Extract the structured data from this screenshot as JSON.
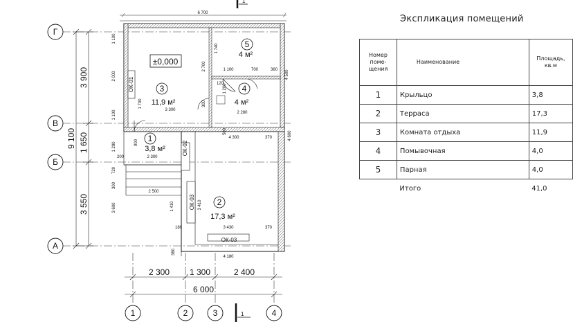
{
  "axes": {
    "rows": [
      "Г",
      "В",
      "Б",
      "А"
    ],
    "cols": [
      "1",
      "2",
      "3",
      "4"
    ]
  },
  "dims": {
    "top_total": "6 700",
    "bottom_segments": [
      "2 300",
      "1 300",
      "2 400"
    ],
    "bottom_total": "6 000",
    "left_segments": [
      "3 900",
      "1 650",
      "3 550"
    ],
    "left_total": "9 100",
    "small": {
      "d1100a": "1 100",
      "d2000": "2 000",
      "d1100b": "1 100",
      "d1280": "1 280",
      "d720": "720",
      "d300": "300",
      "d3600": "3 600",
      "d3300": "3 300",
      "d1100c": "1 100",
      "d700a": "700",
      "d2280": "2 280",
      "d1740": "1 740",
      "d2700": "2 700",
      "d4500": "4 500",
      "d4600": "4 600",
      "d500": "500",
      "d360": "360",
      "d1200": "1 200",
      "d120": "120",
      "d300b": "300",
      "d4300": "4 300",
      "d370a": "370",
      "d2300b": "2 300",
      "d2500": "2 500",
      "d1410": "1 410",
      "d3410": "3 410",
      "d3430": "3 430",
      "d370b": "370",
      "d180": "180",
      "d4180": "4 180",
      "d380": "380",
      "d900": "900",
      "d200": "200",
      "d1700": "1 700"
    }
  },
  "rooms": [
    {
      "num": "1",
      "area": "3,8 м²"
    },
    {
      "num": "2",
      "area": "17,3 м²"
    },
    {
      "num": "3",
      "area": "11,9 м²"
    },
    {
      "num": "4",
      "area": "4 м²"
    },
    {
      "num": "5",
      "area": "4 м²"
    }
  ],
  "level_mark": "±0,000",
  "tags": {
    "ok01": "ОК-01",
    "ok02": "ОК-02",
    "ok03a": "ОК-03",
    "ok03b": "ОК-03"
  },
  "section_mark": "1",
  "explication": {
    "title": "Экспликация помещений",
    "headers": {
      "num": "Номер поме-щения",
      "name": "Наименование",
      "area": "Площадь, кв.м"
    },
    "rows": [
      {
        "num": "1",
        "name": "Крыльцо",
        "area": "3,8"
      },
      {
        "num": "2",
        "name": "Терраса",
        "area": "17,3"
      },
      {
        "num": "3",
        "name": "Комната отдыха",
        "area": "11,9"
      },
      {
        "num": "4",
        "name": "Помывочная",
        "area": "4,0"
      },
      {
        "num": "5",
        "name": "Парная",
        "area": "4,0"
      }
    ],
    "total": {
      "label": "Итого",
      "area": "41,0"
    }
  }
}
